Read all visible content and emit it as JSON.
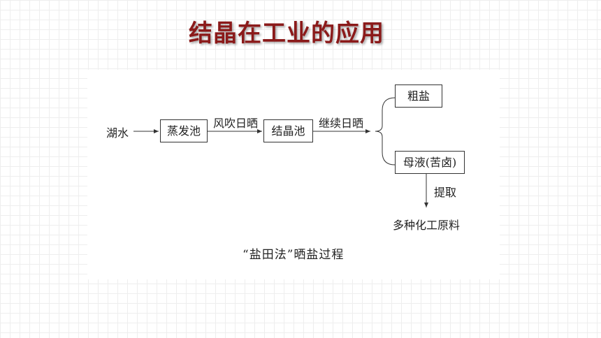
{
  "title": "结晶在工业的应用",
  "diagram": {
    "source": "湖水",
    "evaporation_pond": "蒸发池",
    "step1": "风吹日晒",
    "crystallization_pond": "结晶池",
    "step2": "继续日晒",
    "product_crude_salt": "粗盐",
    "product_mother_liquor": "母液(苦卤)",
    "step3": "提取",
    "final_product": "多种化工原料",
    "caption": "“盐田法”晒盐过程"
  }
}
